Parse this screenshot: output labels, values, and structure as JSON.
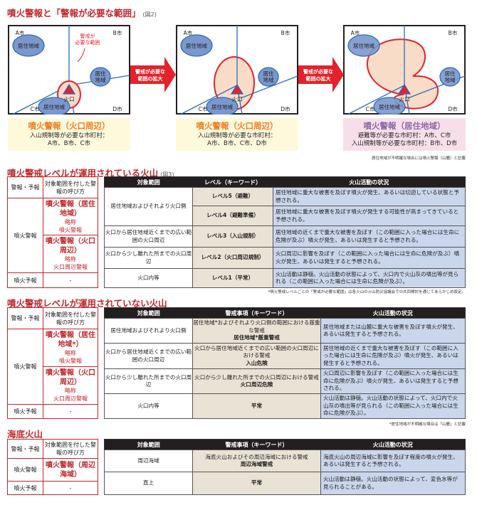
{
  "fig2": {
    "title": "噴火警報と「警報が必要な範囲」",
    "fig_no": "(図2)",
    "city_a": "A市",
    "city_b": "B市",
    "city_c": "C市",
    "city_d": "D市",
    "residential": "居住地域",
    "residential_l1": "居住",
    "residential_l2": "地域",
    "crater": "火口",
    "callout_l1": "警戒が",
    "callout_l2": "必要な範囲",
    "arrow_l1": "警戒が必要な",
    "arrow_l2": "範囲の拡大",
    "panels": [
      {
        "warning": "噴火警報（火口周辺）",
        "line1": "入山規制等が必要な市町村：",
        "line2": "A市、B市、C市"
      },
      {
        "warning": "噴火警報（火口周辺）",
        "line1": "入山規制等が必要な市町村：",
        "line2": "A市、B市、C市、D市"
      },
      {
        "warning": "噴火警報（居住地域）",
        "line1": "避難等が必要な市町村：A市、C市",
        "line2": "入山規制等が必要な市町村：B市、D市"
      }
    ],
    "footnote": "居住地域が不明確な場合には噴火警報（山麓）と記載"
  },
  "left_table": {
    "h1": "警報・予報",
    "h2": "対象範囲を付した警報の呼び方",
    "warning": "噴火警報",
    "forecast": "噴火予報",
    "dash": "-",
    "abbr": "略称"
  },
  "fig3": {
    "title": "噴火警戒レベルが運用されている火山",
    "fig_no": "(図3)",
    "left": [
      {
        "name": "噴火警報（居住地域）",
        "abbr": "噴火警報"
      },
      {
        "name": "噴火警報（火口周辺）",
        "abbr": "火口周辺警報"
      }
    ],
    "headers": [
      "対象範囲",
      "レベル（キーワード）",
      "火山活動の状況"
    ],
    "scope": [
      "居住地域およびそれより火口側",
      "火口から居住地域近くまでの広い範囲の火口周辺",
      "火口から少し離れた所までの火口周辺",
      "火口内等"
    ],
    "levels": [
      "レベル5（避難）",
      "レベル4（避難準備）",
      "レベル3（入山規制）",
      "レベル2（火口周辺規制）",
      "レベル1（平常）"
    ],
    "status": [
      "居住地域に重大な被害を及ぼす噴火が発生、あるいは切迫している状態と予想される。",
      "居住地域に重大な被害を及ぼす噴火が発生する可能性が高まってきていると予想される。",
      "居住地域の近くまで重大な被害を及ぼす（この範囲に入った場合には生命に危険が及ぶ）噴火が発生、あるいは発生すると予想される。",
      "火口周辺に影響を及ぼす（この範囲に入った場合には生命に危険が及ぶ）噴火が発生、あるいは発生すると予想される。",
      "火山活動は静穏。火山活動の状態によって、火口内で火山灰の噴出等が見られる（この範囲に入った場合には生命に危険が及ぶ）。"
    ],
    "footnote": "*噴火警戒レベルごとの「警戒が必要な範囲」は各火山の火山防災協議会での共同検討を通じてあらかじめ設定。"
  },
  "sec3": {
    "title": "噴火警戒レベルが運用されていない火山",
    "left": [
      {
        "name": "噴火警報（居住地域*）",
        "abbr": "噴火警報"
      },
      {
        "name": "噴火警報（火口周辺）",
        "abbr": "火口周辺警報"
      }
    ],
    "headers": [
      "対象範囲",
      "警戒事項（キーワード）",
      "火山活動の状況"
    ],
    "scope": [
      "居住地域およびそれより火口側",
      "火口から居住地域近くまでの広い範囲の火口周辺",
      "火口から少し離れた所までの火口周辺",
      "火口内等"
    ],
    "items": [
      {
        "desc": "居住地域*およびそれより火口側の範囲における厳重な警戒",
        "kw": "居住地域*厳重警戒"
      },
      {
        "desc": "火口から居住地域近くまでの広い範囲の火口周辺における警戒",
        "kw": "入山危険"
      },
      {
        "desc": "火口から少し離れた所までの火口周辺における警戒",
        "kw": "火口周辺危険"
      },
      {
        "desc": "",
        "kw": "平常"
      }
    ],
    "status": [
      "居住地域または山麓に重大な被害を及ぼす噴火が発生、あるいは発生すると予想される。",
      "居住地域の近くまで重大な被害を及ぼす（この範囲に入った場合には生命に危険が及ぶ）噴火が発生、あるいは発生すると予想される。",
      "火口周辺に影響を及ぼす（この範囲に入った場合には生命に危険が及ぶ）噴火が発生、あるいは発生すると予想される。",
      "火山活動は静穏。火山活動の状態によって、火口内で火山灰の噴出等が見られる（この範囲に入った場合には生命に危険が及ぶ）。"
    ],
    "footnote": "*居住地域が不明確な場合は「山麓」と記載"
  },
  "sec4": {
    "title": "海底火山",
    "left_name": "噴火警報（周辺海域）",
    "headers": [
      "対象範囲",
      "警戒事項（キーワード）",
      "火山活動の状況"
    ],
    "scope": [
      "周辺海域",
      "直上"
    ],
    "items": [
      {
        "desc": "海底火山およびその周辺海域における警戒",
        "kw": "周辺海域警戒"
      },
      {
        "desc": "",
        "kw": "平常"
      }
    ],
    "status": [
      "海底火山の周辺海域に影響を及ぼす程度の噴火が発生、あるいは発生すると予想される。",
      "火山活動は静穏。火山活動の状態によって、変色水等が見られることがある。"
    ]
  }
}
